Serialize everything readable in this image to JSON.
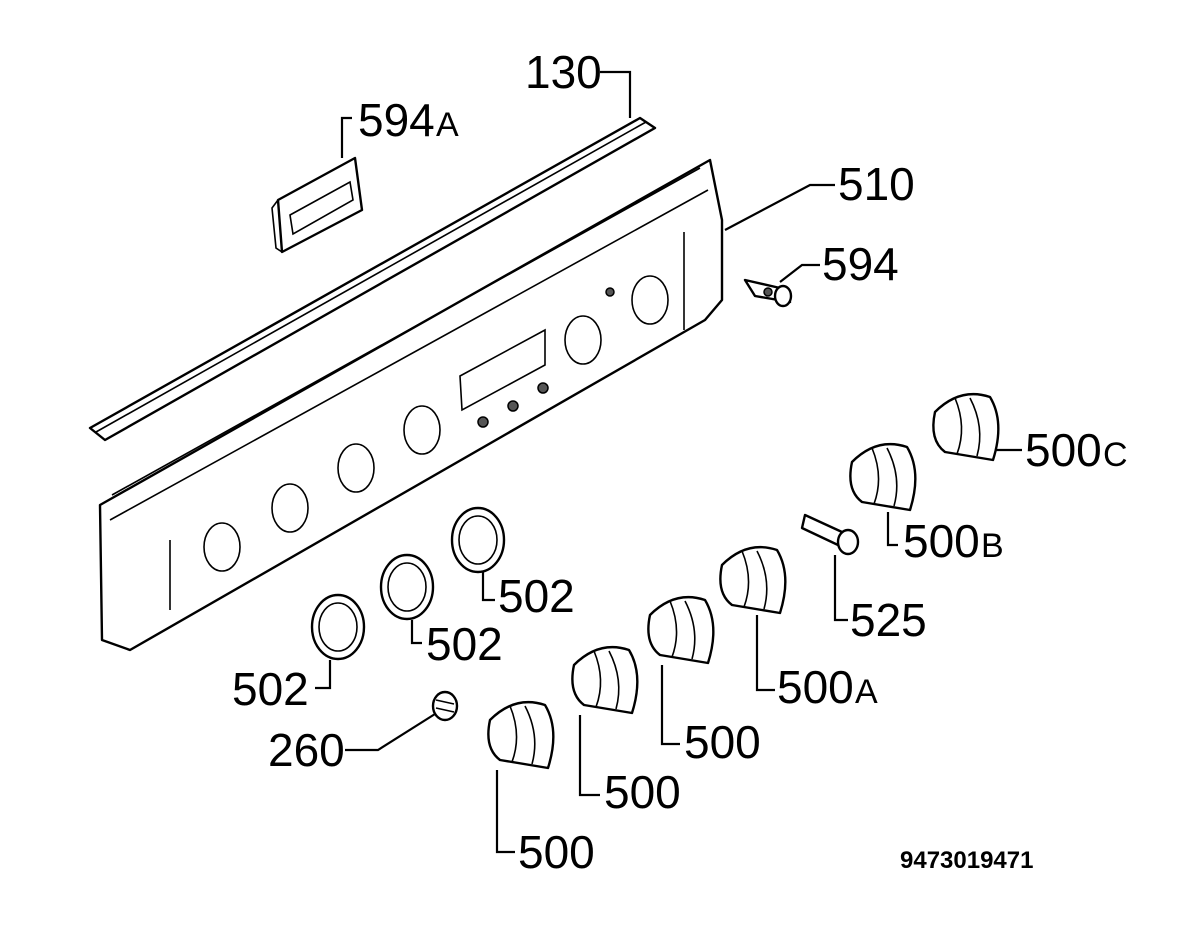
{
  "labels": {
    "l130": "130",
    "l594a_num": "594",
    "l594a_sfx": "A",
    "l510": "510",
    "l594": "594",
    "l500c_num": "500",
    "l500c_sfx": "C",
    "l500b_num": "500",
    "l500b_sfx": "B",
    "l525": "525",
    "l502_1": "502",
    "l502_2": "502",
    "l502_3": "502",
    "l500a_num": "500",
    "l500a_sfx": "A",
    "l500_1": "500",
    "l500_2": "500",
    "l500_3": "500",
    "l260": "260"
  },
  "drawing_number": "9473019471"
}
